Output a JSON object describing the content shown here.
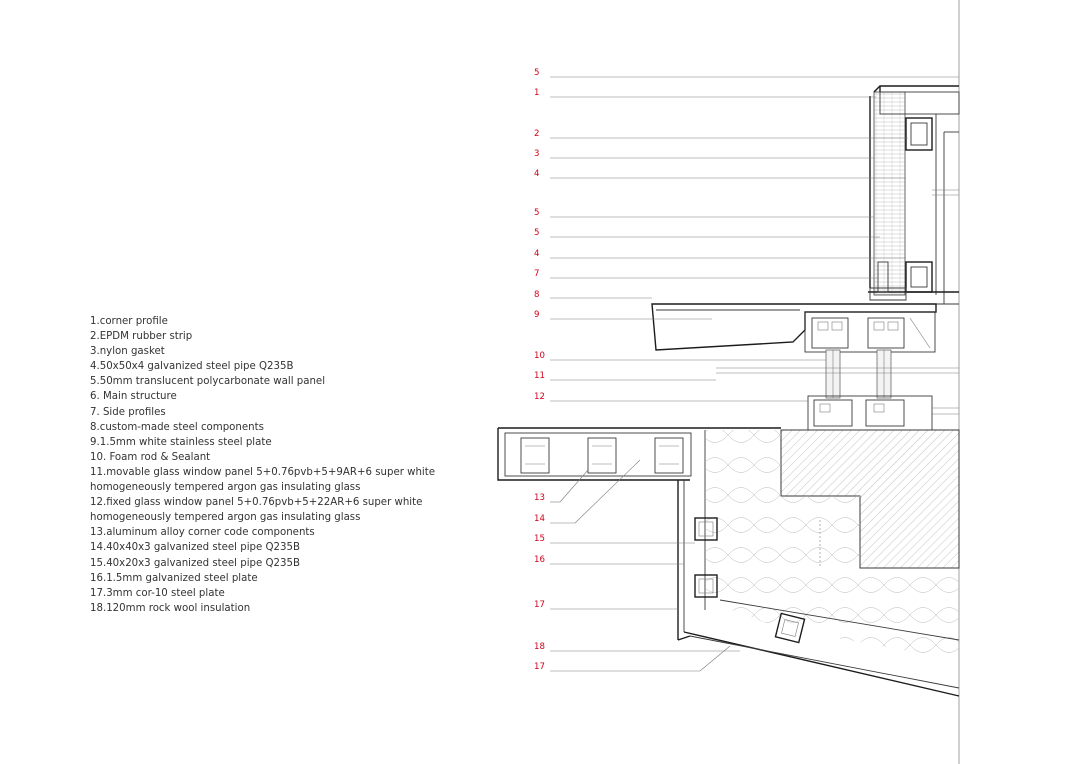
{
  "legend": [
    "1.corner profile",
    "2.EPDM rubber strip",
    "3.nylon gasket",
    "4.50x50x4 galvanized steel pipe Q235B",
    "5.50mm translucent polycarbonate wall panel",
    "6. Main structure",
    "7. Side profiles",
    "8.custom-made steel components",
    "9.1.5mm white stainless steel plate",
    "10. Foam rod & Sealant",
    "11.movable glass window panel 5+0.76pvb+5+9AR+6 super white",
    "homogeneously tempered argon gas insulating glass",
    "12.fixed glass window panel 5+0.76pvb+5+22AR+6 super white",
    "homogeneously tempered argon gas insulating glass",
    "13.aluminum alloy corner code components",
    "14.40x40x3 galvanized steel pipe Q235B",
    "15.40x20x3 galvanized steel pipe Q235B",
    "16.1.5mm galvanized steel plate",
    "17.3mm cor-10 steel plate",
    "18.120mm rock wool insulation"
  ],
  "callouts": [
    "5",
    "1",
    "2",
    "3",
    "4",
    "5",
    "5",
    "4",
    "7",
    "8",
    "9",
    "10",
    "11",
    "12",
    "13",
    "14",
    "15",
    "16",
    "17",
    "18",
    "17"
  ],
  "colors": {
    "callout": "#d0021b",
    "line": "#3a3a3a",
    "text": "#333333",
    "background": "#ffffff"
  }
}
